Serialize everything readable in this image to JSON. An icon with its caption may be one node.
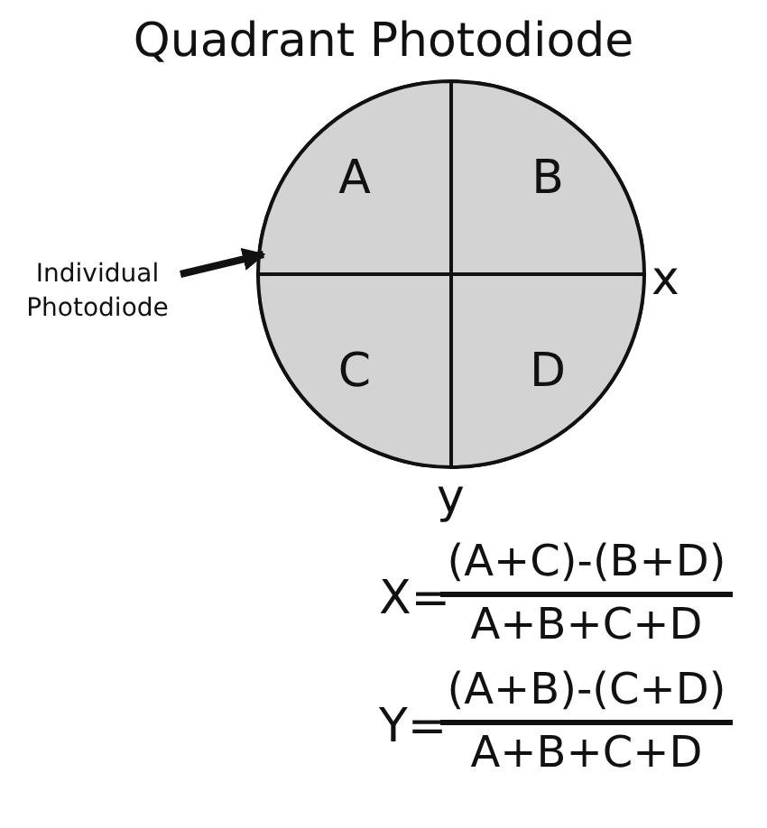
{
  "diagram": {
    "title": "Quadrant Photodiode",
    "nodes": [
      {
        "text": [],
        "shape": "circle"
      },
      {
        "text": [
          "A"
        ],
        "in": 0
      },
      {
        "text": [
          "B"
        ],
        "in": 0
      },
      {
        "text": [
          "C"
        ],
        "in": 0
      },
      {
        "text": [
          "D"
        ],
        "in": 0
      },
      {
        "text": [
          "Individual Photodiode"
        ]
      }
    ],
    "edges": [
      {
        "from": 5,
        "to": 1,
        "arrow": "to"
      }
    ],
    "labels": [
      "x",
      "y",
      "X=",
      "(A+C)-(B+D)",
      "A+B+C+D",
      "Y=",
      "(A+B)-(C+D)",
      "A+B+C+D"
    ]
  }
}
